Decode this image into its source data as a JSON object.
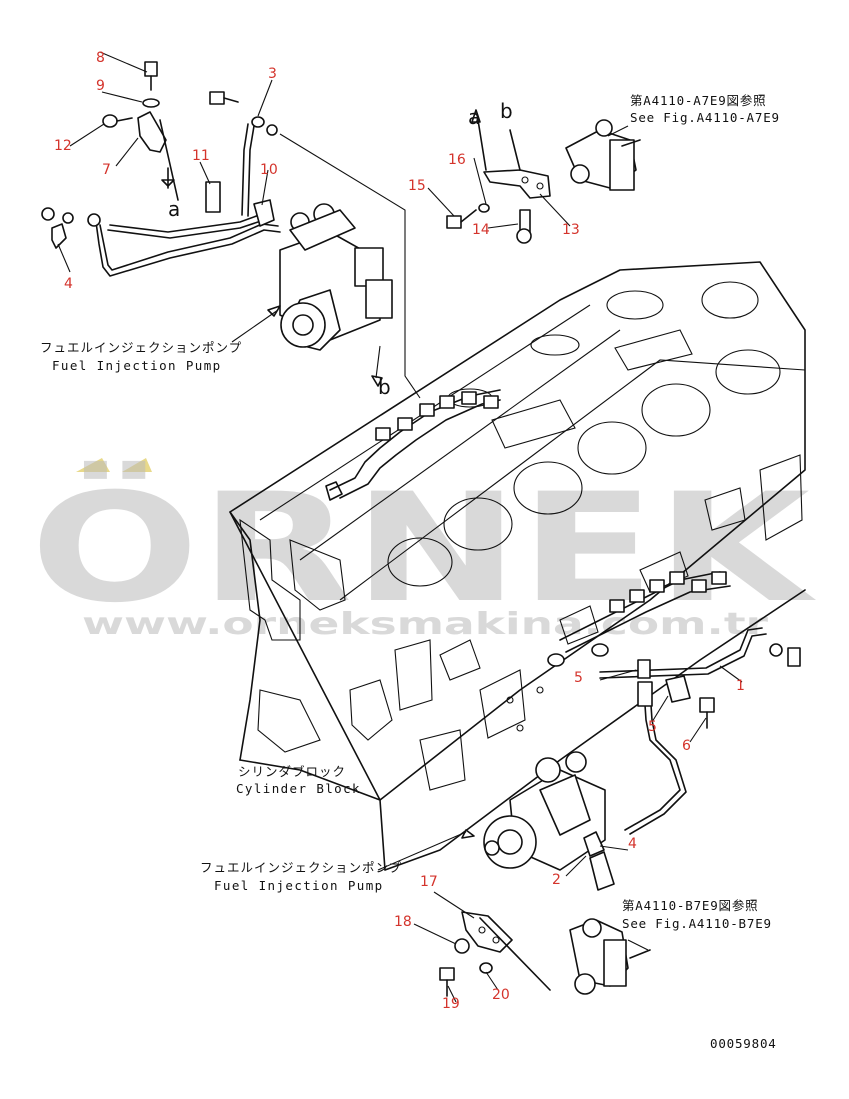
{
  "callouts": [
    "1",
    "2",
    "3",
    "4",
    "4",
    "5",
    "5",
    "6",
    "7",
    "8",
    "9",
    "10",
    "11",
    "12",
    "13",
    "14",
    "15",
    "16",
    "17",
    "18",
    "19",
    "20"
  ],
  "view_letters": [
    "a",
    "b",
    "a",
    "b"
  ],
  "pump_label_top": {
    "jp": "フュエルインジェクションポンプ",
    "en": "Fuel Injection Pump"
  },
  "pump_label_bottom": {
    "jp": "フュエルインジェクションポンプ",
    "en": "Fuel Injection Pump"
  },
  "block_label": {
    "jp": "シリンダブロック",
    "en": "Cylinder Block"
  },
  "ref_top": {
    "jp": "第A4110-A7E9図参照",
    "en": "See Fig.A4110-A7E9"
  },
  "ref_bottom": {
    "jp": "第A4110-B7E9図参照",
    "en": "See Fig.A4110-B7E9"
  },
  "drawing_number": "00059804",
  "watermark": {
    "brand": "ÖRNEK",
    "url": "www.orneksmakina.com.tr"
  },
  "colors": {
    "callout": "#d4342c",
    "line": "#111111",
    "watermark": "#b9b9b9",
    "watermark_accent": "#e8d98a"
  }
}
